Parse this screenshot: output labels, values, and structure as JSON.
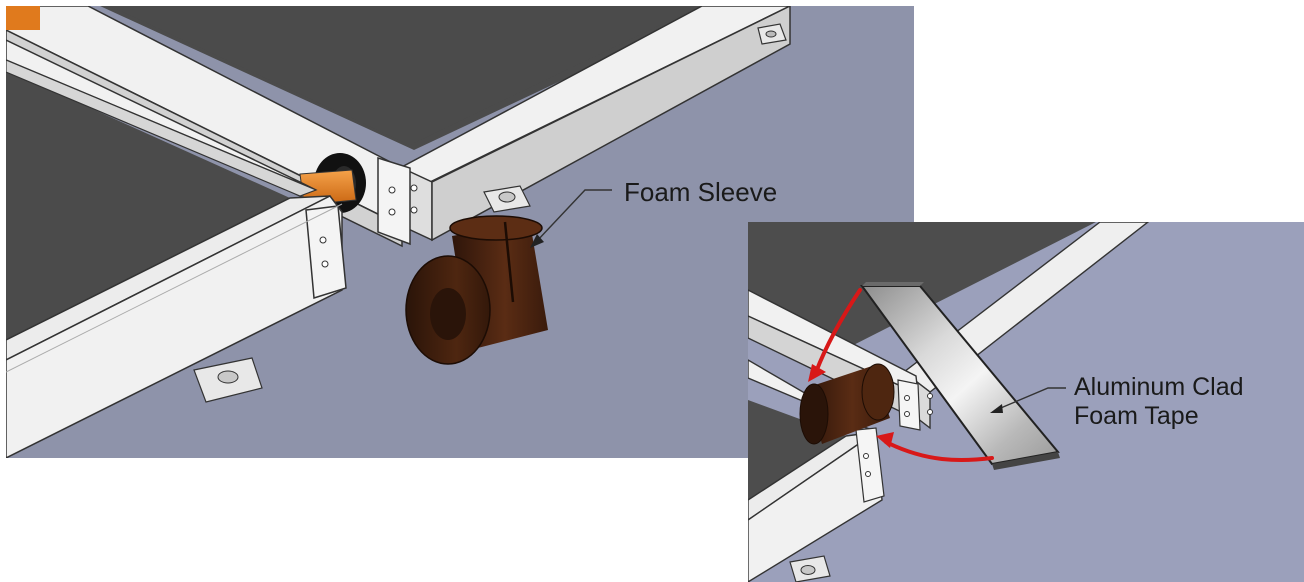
{
  "labels": {
    "foam_sleeve": "Foam Sleeve",
    "aluminum_tape_line1": "Aluminum Clad",
    "aluminum_tape_line2": "Foam Tape"
  },
  "colors": {
    "background_floor": "#8e93aa",
    "panel_dark": "#4b4b4b",
    "frame_white": "#f1f1f1",
    "frame_shade": "#d2d2d2",
    "foam_brown": "#4a2412",
    "connector_orange": "#e07a1d",
    "arrow_red": "#d81818",
    "tape_silver": "#c9c9c9"
  }
}
